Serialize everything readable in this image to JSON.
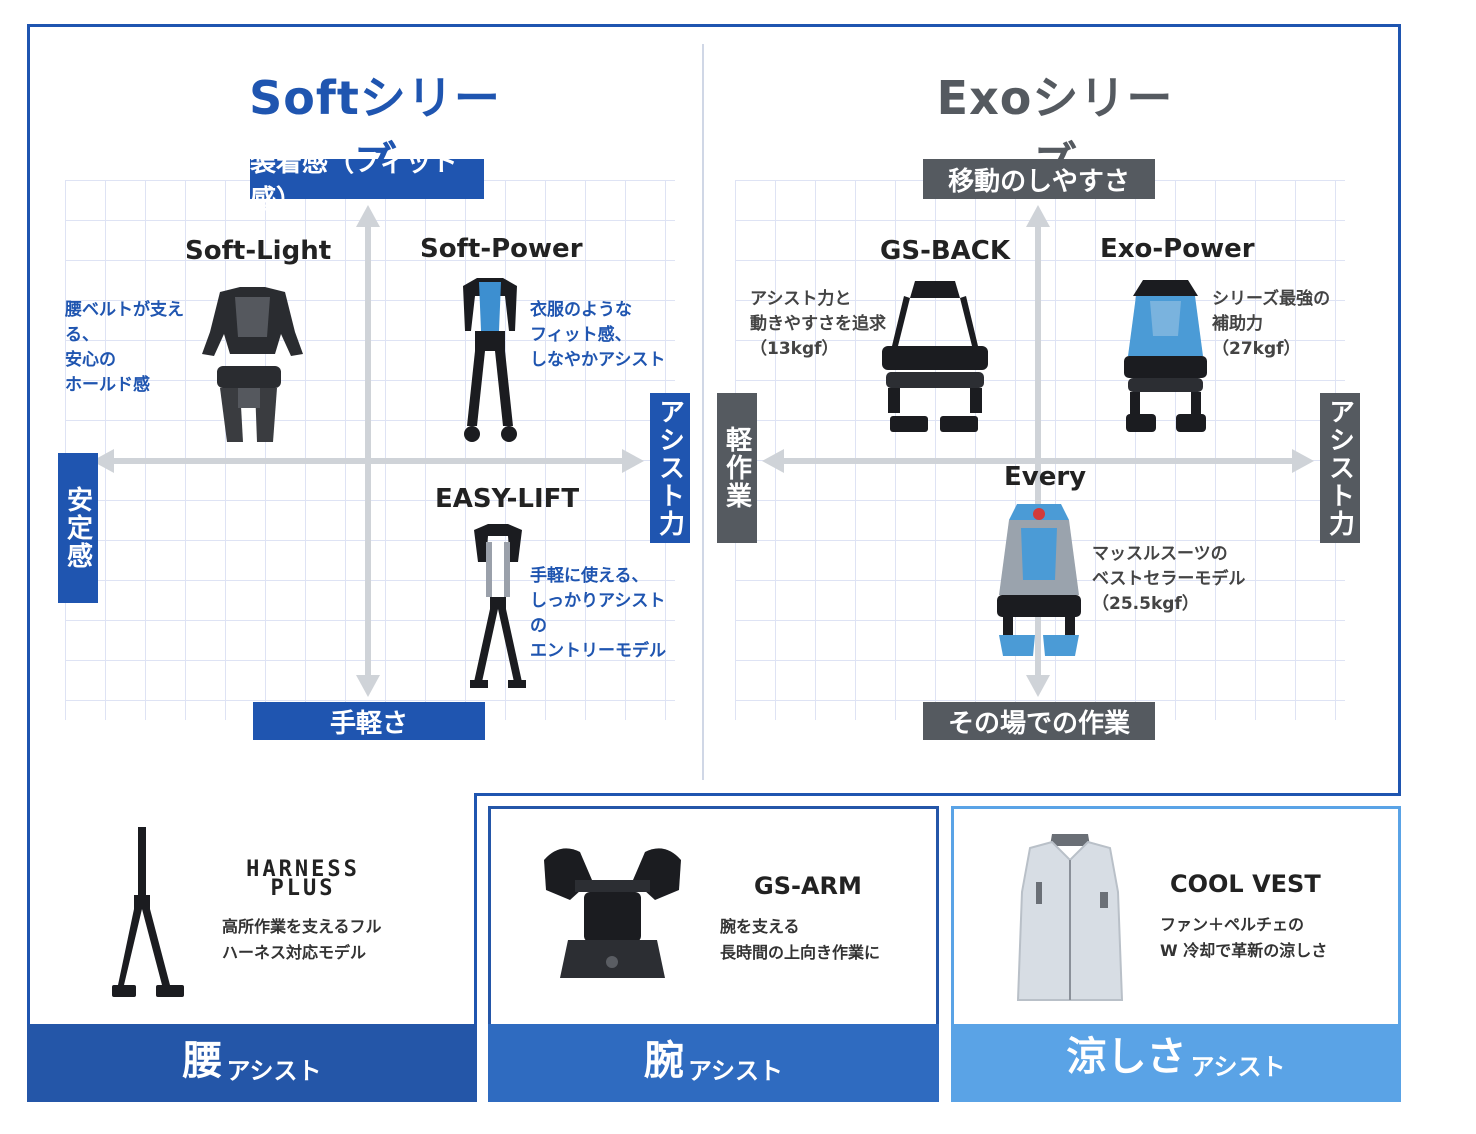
{
  "soft": {
    "title": "Softシリーズ",
    "axis_top": "装着感（フィット感）",
    "axis_bottom": "手軽さ",
    "axis_left": "安定感",
    "axis_right": "アシスト力",
    "products": [
      {
        "name": "Soft-Light",
        "desc": [
          "腰ベルトが支える、",
          "安心の",
          "ホールド感"
        ]
      },
      {
        "name": "Soft-Power",
        "desc": [
          "衣服のような",
          "フィット感、",
          "しなやかアシスト"
        ]
      },
      {
        "name": "EASY-LIFT",
        "desc": [
          "手軽に使える、",
          "しっかりアシストの",
          "エントリーモデル"
        ]
      }
    ]
  },
  "exo": {
    "title": "Exoシリーズ",
    "axis_top": "移動のしやすさ",
    "axis_bottom": "その場での作業",
    "axis_left": "軽作業",
    "axis_right": "アシスト力",
    "products": [
      {
        "name": "GS-BACK",
        "desc": [
          "アシスト力と",
          "動きやすさを追求",
          "（13kgf）"
        ]
      },
      {
        "name": "Exo-Power",
        "desc": [
          "シリーズ最強の",
          "補助力",
          "（27kgf）"
        ]
      },
      {
        "name": "Every",
        "desc": [
          "マッスルスーツの",
          "ベストセラーモデル",
          "（25.5kgf）"
        ]
      }
    ]
  },
  "cards": [
    {
      "name": "HARNESS PLUS",
      "name_line1": "HARNESS",
      "name_line2": "PLUS",
      "desc": [
        "高所作業を支えるフル",
        "ハーネス対応モデル"
      ],
      "band_big": "腰",
      "band_small": "アシスト"
    },
    {
      "name": "GS-ARM",
      "desc": [
        "腕を支える",
        "長時間の上向き作業に"
      ],
      "band_big": "腕",
      "band_small": "アシスト"
    },
    {
      "name": "COOL VEST",
      "desc": [
        "ファン＋ペルチェの",
        "W 冷却で革新の涼しさ"
      ],
      "band_big": "涼しさ",
      "band_small": "アシスト"
    }
  ],
  "colors": {
    "soft_blue": "#1f55b0",
    "exo_grey": "#555a60",
    "band_waist": "#2456a8",
    "band_arm": "#2f6bc0",
    "band_cool": "#5aa3e6",
    "vest_light_blue": "#4b9bd6"
  }
}
